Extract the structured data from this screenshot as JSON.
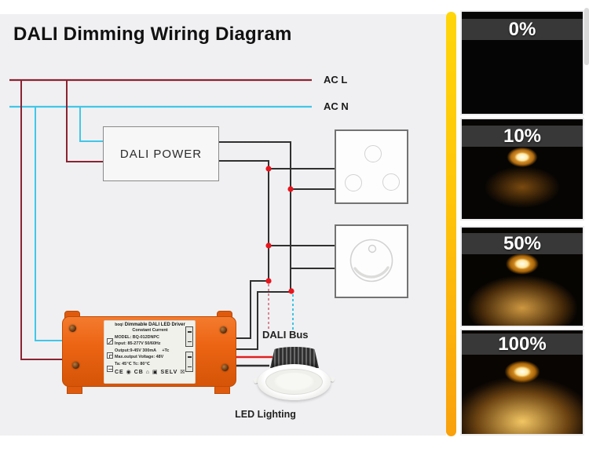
{
  "title": "DALI Dimming Wiring Diagram",
  "diagram": {
    "ac_l_label": "AC L",
    "ac_n_label": "AC N",
    "dali_power_label": "DALI POWER",
    "dali_bus_label": "DALI Bus",
    "led_lighting_label": "LED Lighting"
  },
  "driver": {
    "brand": "boqi",
    "title": "Dimmable DALI LED Driver",
    "subtitle": "Constant Current",
    "model": "MODEL: BQ-012DNPC",
    "input": "Input: 85-277V 50/60Hz",
    "output": "Output:9-45V 300mA",
    "output_note": "+Tc",
    "max_voltage": "Max.output Voltage: 48V",
    "temps": "Ta: 45℃  Tc: 80℃",
    "certs": "CE ◉ CB ⌂ ▣ SELV ☒"
  },
  "brightness_levels": [
    {
      "label": "0%"
    },
    {
      "label": "10%"
    },
    {
      "label": "50%"
    },
    {
      "label": "100%"
    }
  ],
  "colors": {
    "panel_bg": "#f0f0f2",
    "ac_l": "#8b2332",
    "ac_n": "#41c7e8",
    "wire": "#303030",
    "junction_dot": "#e8151c",
    "led_wire_red": "#e02020",
    "dali_dash_pink": "#d98794",
    "dali_dash_cyan": "#3bc5e6",
    "bar_top": "#ffd60a",
    "bar_bottom": "#f9a10c"
  }
}
